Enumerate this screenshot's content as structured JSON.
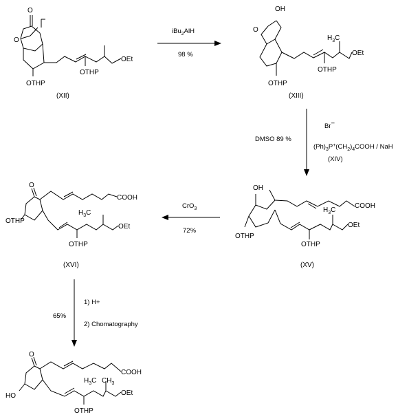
{
  "compounds": {
    "XII": {
      "caption": "(XII)",
      "ring_o": "O",
      "carbonyl_o": "O",
      "othp": "OTHP",
      "side_othp": "OTHP",
      "oet": "OEt"
    },
    "XIII": {
      "caption": "(XIII)",
      "oh": "OH",
      "ring_o": "O",
      "othp": "OTHP",
      "side_othp": "OTHP",
      "oet": "OEt",
      "h3c": "H"
    },
    "XV": {
      "caption": "(XV)",
      "oh": "OH",
      "acid": "COOH",
      "othp": "OTHP",
      "side_othp": "OTHP",
      "oet": "OEt"
    },
    "XVI": {
      "caption": "(XVI)",
      "ketone_o": "O",
      "acid": "COOH",
      "othp": "OTHP",
      "side_othp": "OTHP",
      "oet": "OEt"
    },
    "product": {
      "ketone_o": "O",
      "acid": "COOH",
      "ho": "HO",
      "side_othp": "OTHP",
      "oet": "OEt"
    }
  },
  "arrows": {
    "step1": {
      "reagent": "iBu",
      "reagent_sub": "2",
      "reagent_tail": "AlH",
      "yield": "98 %"
    },
    "step2": {
      "reagent_left": "DMSO  89 %",
      "br": "Br",
      "br_charge": "−",
      "wittig": "(Ph)",
      "wittig_sub1": "3",
      "wittig_p": "P",
      "wittig_plus": "+",
      "wittig_ch": "(CH",
      "wittig_sub2": "2",
      "wittig_close": ")",
      "wittig_sub3": "4",
      "wittig_tail": "COOH / NaH",
      "reagent_label": "(XIV)"
    },
    "step3": {
      "reagent": "CrO",
      "reagent_sub": "3",
      "yield": "72%"
    },
    "step4": {
      "yield": "65%",
      "line1": "1) H+",
      "line2": "2) Chomatography"
    }
  },
  "methyl": {
    "h": "H",
    "three": "3",
    "c": "C",
    "ch": "CH",
    "ch3_sub": "3"
  }
}
